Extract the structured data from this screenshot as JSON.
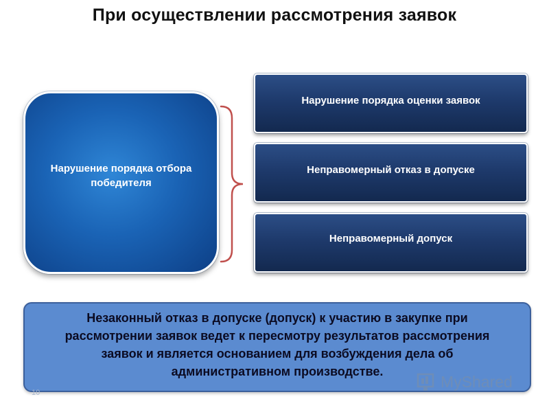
{
  "title": "При осуществлении рассмотрения заявок",
  "main_box": {
    "label": "Нарушение порядка отбора победителя"
  },
  "right_boxes": [
    {
      "label": "Нарушение порядка оценки заявок"
    },
    {
      "label": "Неправомерный отказ в допуске"
    },
    {
      "label": "Неправомерный допуск"
    }
  ],
  "note": {
    "text": "Незаконный отказ в допуске (допуск) к участию в закупке при рассмотрении заявок ведет к пересмотру результатов рассмотрения заявок и является основанием для возбуждения дела об административном производстве."
  },
  "slide_number": "10",
  "watermark": {
    "text": "MyShared"
  },
  "colors": {
    "main_box": "#1a63b5",
    "right_box": "#1e3a6c",
    "note_box": "#5b8bd0",
    "brace": "#c0504d"
  },
  "icons": {
    "brace": "curly-brace-icon",
    "watermark": "myshared-logo"
  }
}
